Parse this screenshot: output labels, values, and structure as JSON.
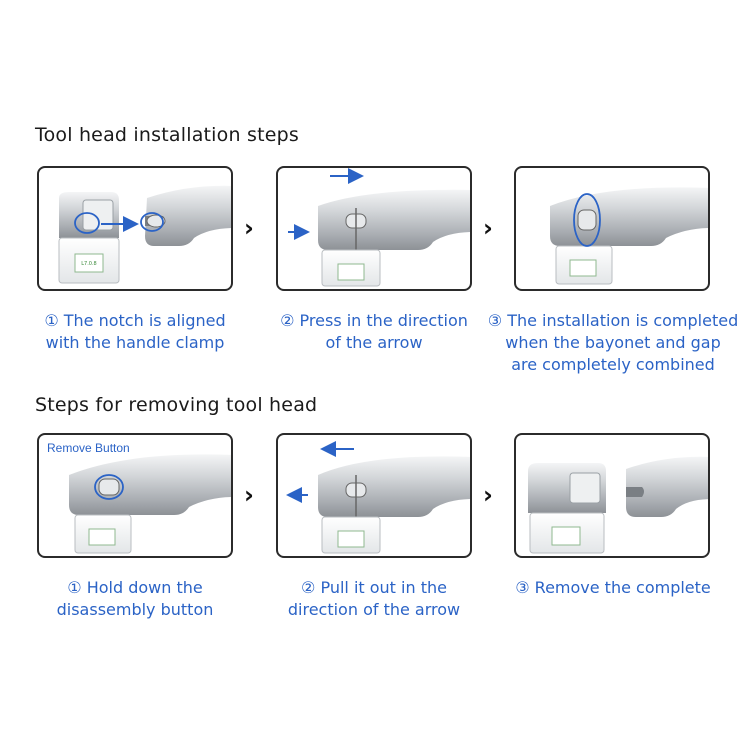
{
  "sections": {
    "install": {
      "title": "Tool head installation steps",
      "steps": [
        {
          "line1": "① The notch is aligned",
          "line2": "with the handle clamp"
        },
        {
          "line1": "② Press in the direction",
          "line2": "of the arrow"
        },
        {
          "line1": "③ The installation is completed",
          "line2": "when the bayonet and gap",
          "line3": "are completely combined"
        }
      ]
    },
    "remove": {
      "title": "Steps for removing tool head",
      "button_label": "Remove Button",
      "steps": [
        {
          "line1": "① Hold down the",
          "line2": "disassembly button"
        },
        {
          "line1": "② Pull it out in the",
          "line2": "direction of the arrow"
        },
        {
          "line1": "③ Remove the complete"
        }
      ]
    }
  },
  "cartridge_label": "L7.0.8",
  "separator_glyph": "›",
  "colors": {
    "accent": "#2b63c6",
    "device": "#c9ccd0",
    "text": "#1a1a1a"
  }
}
